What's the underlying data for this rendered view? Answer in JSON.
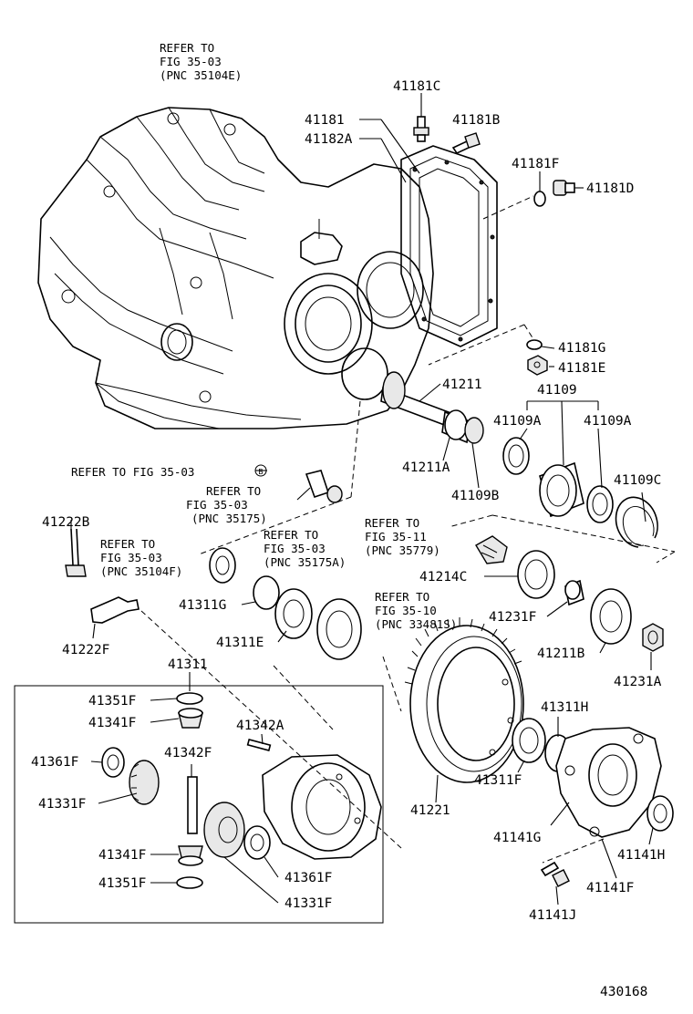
{
  "diagram_id": "430168",
  "refs": {
    "case": [
      "REFER TO",
      "FIG 35-03",
      "(PNC 35104E)"
    ],
    "fig3503": "REFER TO FIG 35-03",
    "sensor": [
      "REFER TO",
      "FIG 35-03",
      "(PNC 35175)"
    ],
    "seal_left": [
      "REFER TO",
      "FIG 35-03",
      "(PNC 35104F)"
    ],
    "pnc35175a": [
      "REFER TO",
      "FIG 35-03",
      "(PNC 35175A)"
    ],
    "pnc35779": [
      "REFER TO",
      "FIG 35-11",
      "(PNC 35779)"
    ],
    "pnc33481s": [
      "REFER TO",
      "FIG 35-10",
      "(PNC 33481S)"
    ],
    "circle_letter": "B"
  },
  "parts": {
    "p41181C": "41181C",
    "p41181": "41181",
    "p41181B": "41181B",
    "p41182A": "41182A",
    "p41181F": "41181F",
    "p41181D": "41181D",
    "p41181G": "41181G",
    "p41181E": "41181E",
    "p41211": "41211",
    "p41109": "41109",
    "p41109A_1": "41109A",
    "p41109A_2": "41109A",
    "p41211A": "41211A",
    "p41109B": "41109B",
    "p41109C": "41109C",
    "p41222B": "41222B",
    "p41214C": "41214C",
    "p41311G": "41311G",
    "p41231F": "41231F",
    "p41311E": "41311E",
    "p41211B": "41211B",
    "p41222F": "41222F",
    "p41231A": "41231A",
    "p41311": "41311",
    "p41351F_1": "41351F",
    "p41341F_1": "41341F",
    "p41342A": "41342A",
    "p41361F_1": "41361F",
    "p41342F": "41342F",
    "p41331F_1": "41331F",
    "p41311H": "41311H",
    "p41311F": "41311F",
    "p41221": "41221",
    "p41141G": "41141G",
    "p41141H": "41141H",
    "p41341F_2": "41341F",
    "p41361F_2": "41361F",
    "p41351F_2": "41351F",
    "p41141F": "41141F",
    "p41331F_2": "41331F",
    "p41141J": "41141J"
  }
}
